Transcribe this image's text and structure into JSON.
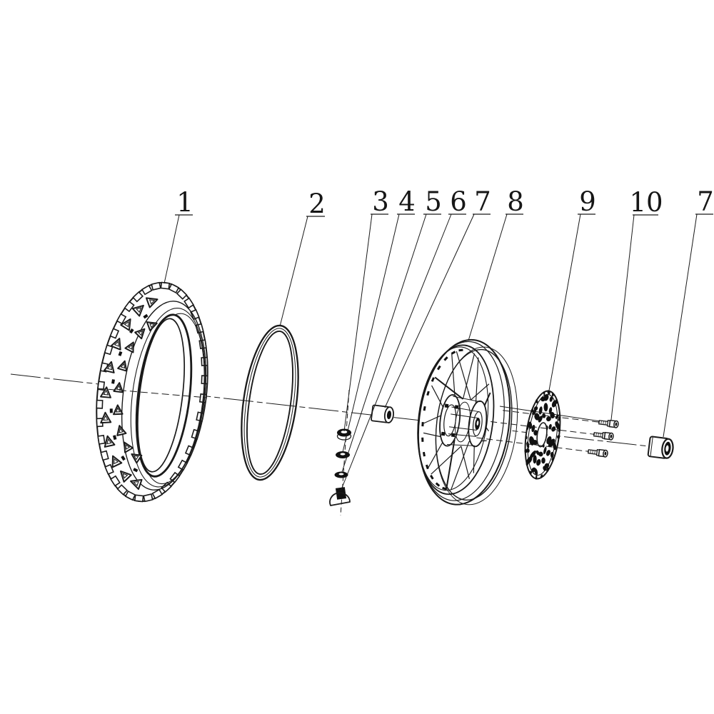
{
  "diagram": {
    "background_color": "#ffffff",
    "ink_color": "#1a1a1a",
    "callouts": [
      {
        "label": "1"
      },
      {
        "label": "2"
      },
      {
        "label": "3"
      },
      {
        "label": "4"
      },
      {
        "label": "5"
      },
      {
        "label": "6"
      },
      {
        "label": "7"
      },
      {
        "label": "8"
      },
      {
        "label": "9"
      },
      {
        "label": "10"
      },
      {
        "label": "7"
      }
    ]
  }
}
